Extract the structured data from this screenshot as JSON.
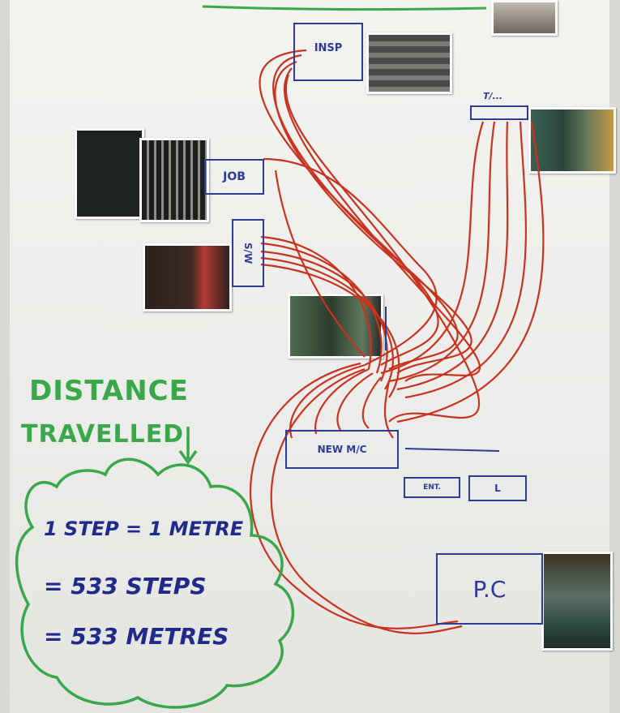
{
  "boxes": {
    "insp": "INSP",
    "t_area": "T/...",
    "job": "JOB",
    "s_w": "S/W",
    "new_mc": "NEW M/C",
    "small_a": "ENT.",
    "small_b": "L",
    "pc": "P.C"
  },
  "headline": {
    "line1": "DISTANCE",
    "line2": "TRAVELLED"
  },
  "cloud_notes": {
    "line1": "1 STEP = 1 METRE",
    "line2": "= 533 STEPS",
    "line3": "= 533 METRES"
  },
  "colors": {
    "path_red": "#c8331f",
    "box_blue": "#2c3b96",
    "marker_green": "#3aa84a"
  }
}
